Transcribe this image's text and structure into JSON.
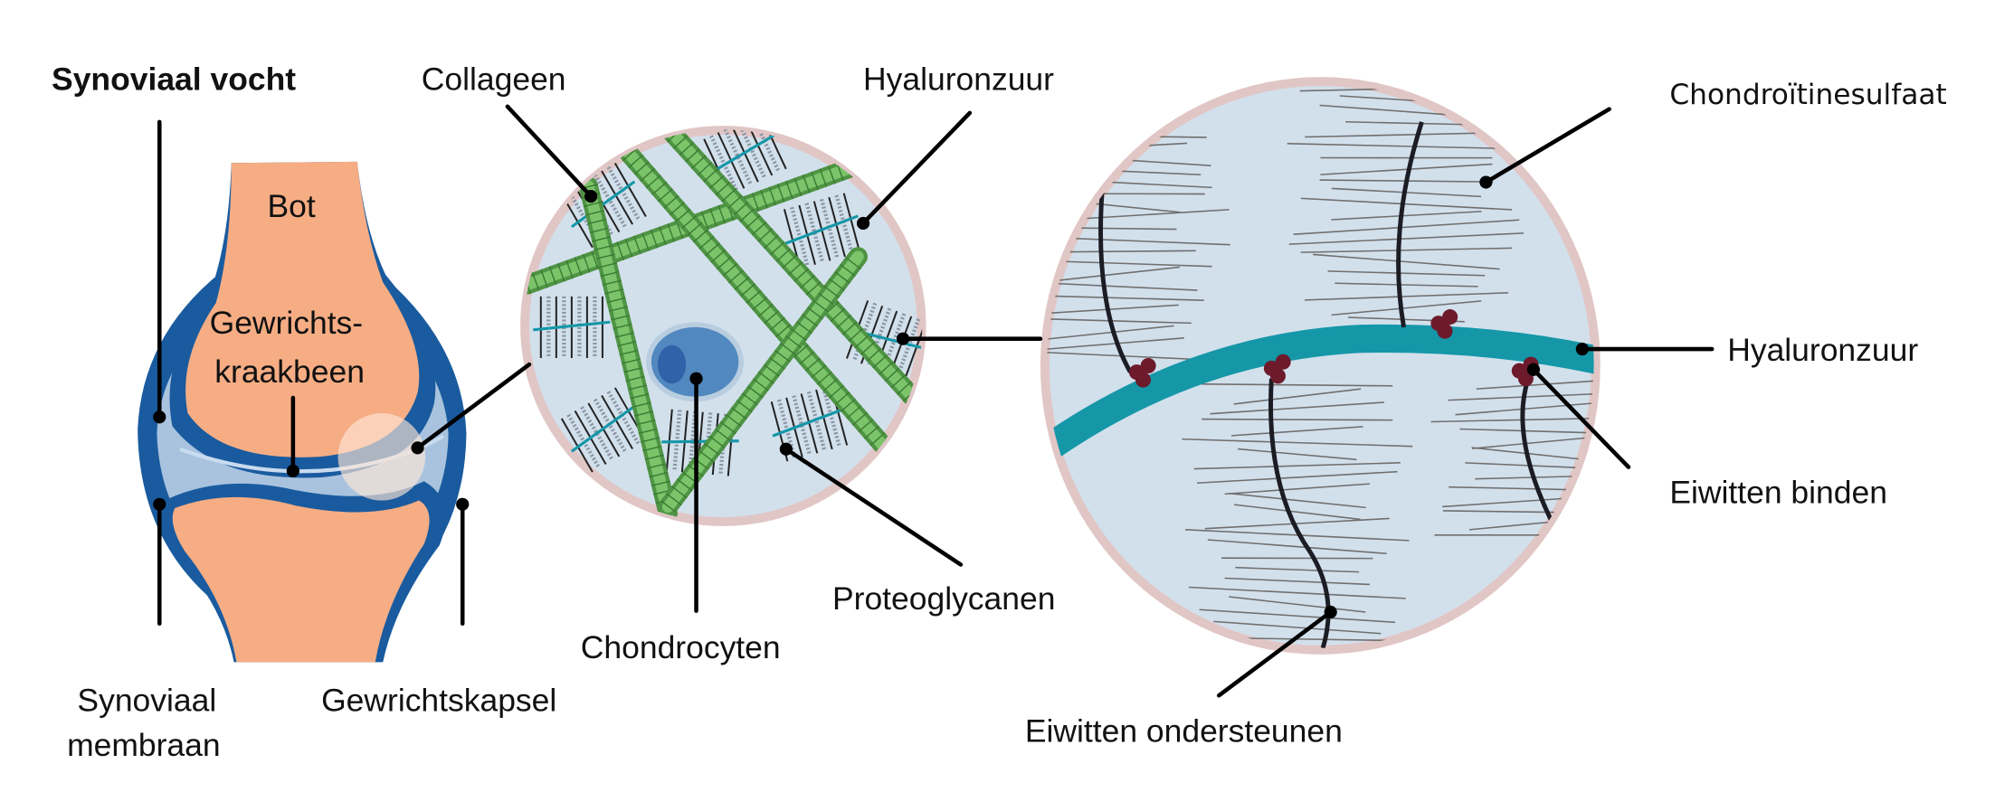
{
  "labels": {
    "synovial_fluid": "Synoviaal vocht",
    "collagen": "Collageen",
    "hyaluronic_acid_top": "Hyaluronzuur",
    "chondroitin_sulfate": "Chondroïtinesulfaat",
    "bone": "Bot",
    "cartilage_line1": "Gewrichts-",
    "cartilage_line2": "kraakbeen",
    "hyaluronic_acid_right": "Hyaluronzuur",
    "proteins_binding": "Eiwitten binden",
    "proteoglycans": "Proteoglycanen",
    "chondrocytes": "Chondrocyten",
    "synovial_membrane_line1": "Synoviaal",
    "synovial_membrane_line2": "membraan",
    "joint_capsule": "Gewrichtskapsel",
    "proteins_supporting": "Eiwitten ondersteunen"
  },
  "colors": {
    "bone": "#f6ad84",
    "capsule": "#1a5b9f",
    "fluid": "#a9c3df",
    "circle_fill": "#d2e0ec",
    "circle_border": "#e1c6c6",
    "collagen": "#5ea94f",
    "hyaluronic": "#1597a8",
    "protein_dot": "#6d1a2b",
    "cell": "#5188c0"
  }
}
